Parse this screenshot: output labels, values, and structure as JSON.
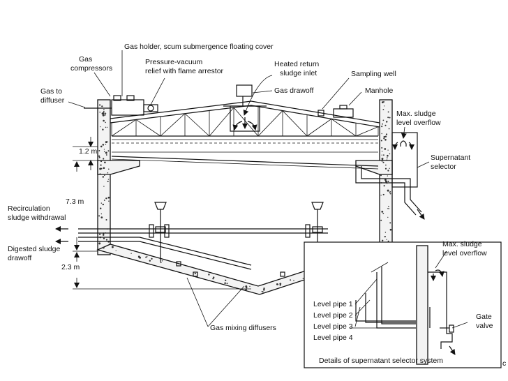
{
  "labels": {
    "gas_holder": "Gas holder, scum submergence floating cover",
    "gas_compressors_1": "Gas",
    "gas_compressors_2": "compressors",
    "pressure_vacuum_1": "Pressure-vacuum",
    "pressure_vacuum_2": "relief with flame arrestor",
    "heated_return_1": "Heated return",
    "heated_return_2": "sludge inlet",
    "sampling_well": "Sampling well",
    "gas_drawoff": "Gas drawoff",
    "manhole": "Manhole",
    "gas_to_diffuser_1": "Gas to",
    "gas_to_diffuser_2": "diffuser",
    "max_sludge_1": "Max. sludge",
    "max_sludge_2": "level overflow",
    "supernatant_1": "Supernatant",
    "supernatant_2": "selector",
    "recirc_1": "Recirculation",
    "recirc_2": "sludge withdrawal",
    "digested_1": "Digested sludge",
    "digested_2": "drawoff",
    "gas_mixing": "Gas mixing diffusers",
    "detail_max_1": "Max. sludge",
    "detail_max_2": "level overflow",
    "gate_1": "Gate",
    "gate_2": "valve",
    "level_pipe_1": "Level pipe 1",
    "level_pipe_2": "Level pipe 2",
    "level_pipe_3": "Level pipe 3",
    "level_pipe_4": "Level pipe 4",
    "detail_caption": "Details of supernatant selector system",
    "corner_mark": "c"
  },
  "dimensions": {
    "d1": "1.2 m",
    "d2": "7.3 m",
    "d3": "2.3 m"
  }
}
